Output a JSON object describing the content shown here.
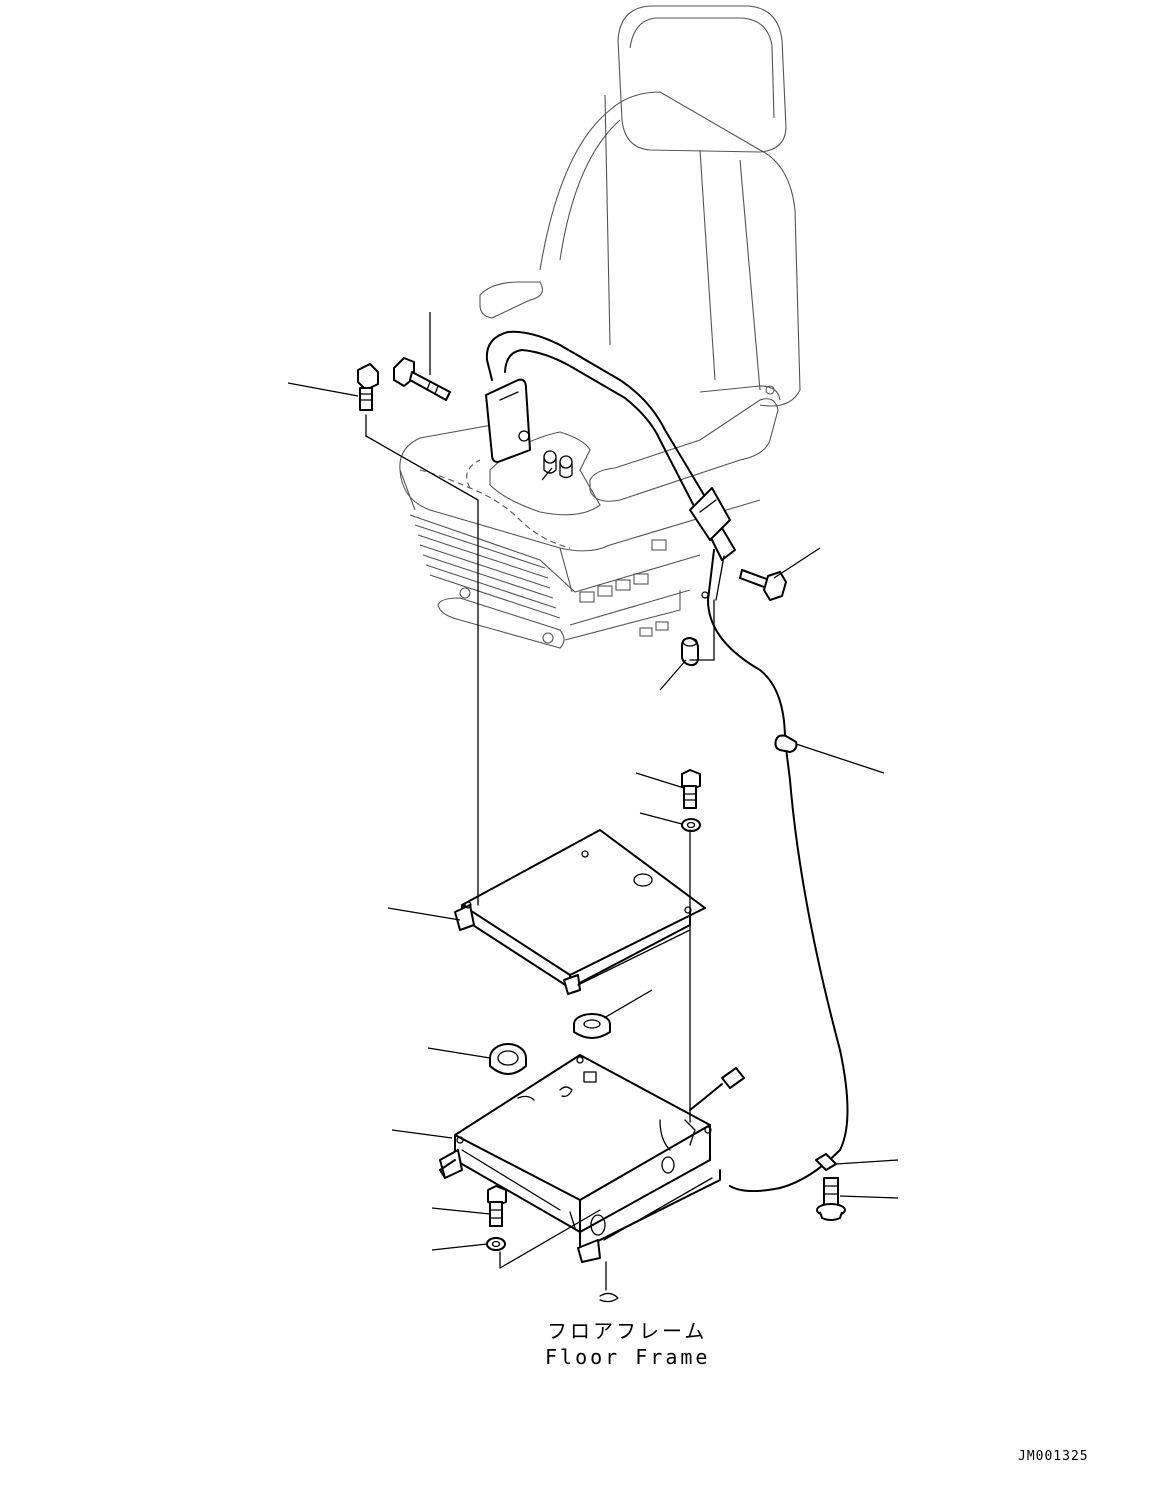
{
  "labels": {
    "floor_frame_jp": "フロアフレーム",
    "floor_frame_en": "Floor Frame",
    "drawing_code": "JM001325"
  }
}
